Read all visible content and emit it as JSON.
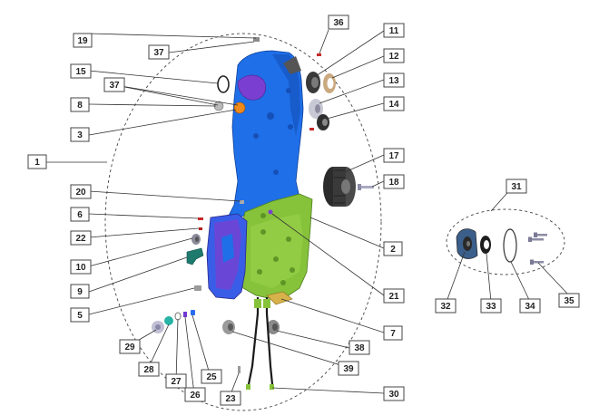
{
  "callouts": [
    {
      "id": "c19",
      "text": "19"
    },
    {
      "id": "c37a",
      "text": "37"
    },
    {
      "id": "c36",
      "text": "36"
    },
    {
      "id": "c11",
      "text": "11"
    },
    {
      "id": "c15",
      "text": "15"
    },
    {
      "id": "c12",
      "text": "12"
    },
    {
      "id": "c37b",
      "text": "37"
    },
    {
      "id": "c13",
      "text": "13"
    },
    {
      "id": "c8",
      "text": "8"
    },
    {
      "id": "c14",
      "text": "14"
    },
    {
      "id": "c3",
      "text": "3"
    },
    {
      "id": "c1",
      "text": "1"
    },
    {
      "id": "c17",
      "text": "17"
    },
    {
      "id": "c18",
      "text": "18"
    },
    {
      "id": "c20",
      "text": "20"
    },
    {
      "id": "c31",
      "text": "31"
    },
    {
      "id": "c6",
      "text": "6"
    },
    {
      "id": "c22",
      "text": "22"
    },
    {
      "id": "c2",
      "text": "2"
    },
    {
      "id": "c10",
      "text": "10"
    },
    {
      "id": "c9",
      "text": "9"
    },
    {
      "id": "c21",
      "text": "21"
    },
    {
      "id": "c32",
      "text": "32"
    },
    {
      "id": "c33",
      "text": "33"
    },
    {
      "id": "c34",
      "text": "34"
    },
    {
      "id": "c35",
      "text": "35"
    },
    {
      "id": "c5",
      "text": "5"
    },
    {
      "id": "c7",
      "text": "7"
    },
    {
      "id": "c29",
      "text": "29"
    },
    {
      "id": "c38",
      "text": "38"
    },
    {
      "id": "c28",
      "text": "28"
    },
    {
      "id": "c39",
      "text": "39"
    },
    {
      "id": "c27",
      "text": "27"
    },
    {
      "id": "c25",
      "text": "25"
    },
    {
      "id": "c26",
      "text": "26"
    },
    {
      "id": "c23",
      "text": "23"
    },
    {
      "id": "c30",
      "text": "30"
    }
  ],
  "colors": {
    "housing_blue": "#1f6fe8",
    "housing_blue_dark": "#1450b8",
    "housing_green": "#86c23a",
    "housing_green_dark": "#5e9526",
    "purple": "#7a3fd0",
    "orange": "#f08a1c",
    "dark_part": "#3a3a3a",
    "grey_part": "#9a9a9a"
  }
}
